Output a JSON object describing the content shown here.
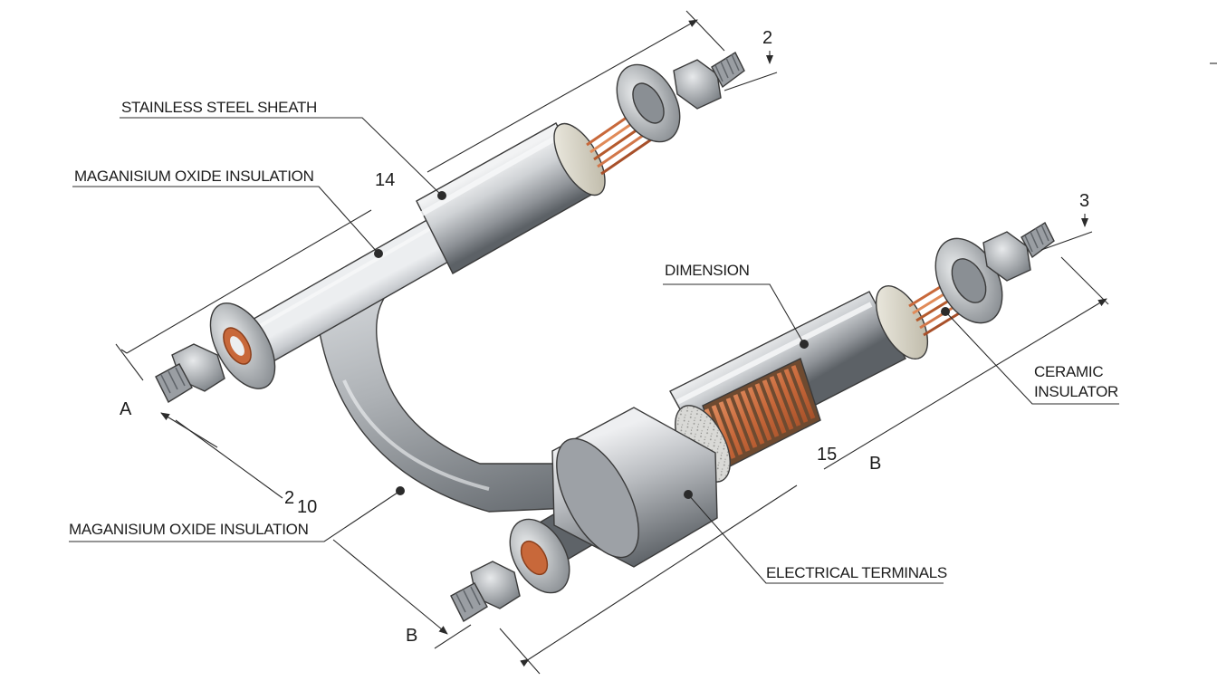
{
  "labels": {
    "stainless_sheath": "STAINLESS STEEL SHEATH",
    "mgo_insulation_top": "MAGANISIUM OXIDE INSULATION",
    "mgo_insulation_bottom": "MAGANISIUM OXIDE INSULATION",
    "dimension": "DIMENSION",
    "ceramic_insulator_line1": "CERAMIC",
    "ceramic_insulator_line2": "INSULATOR",
    "electrical_terminals": "ELECTRICAL TERMINALS"
  },
  "dimensions": {
    "d2_top": "2",
    "d14": "14",
    "d3": "3",
    "d15": "15",
    "d2_bottom": "2",
    "d10": "10",
    "mark_a": "A",
    "mark_b_right": "B",
    "mark_b_bottom": "B"
  },
  "colors": {
    "steel_light": "#f2f3f4",
    "steel_mid": "#a9adb2",
    "steel_dark": "#5f6469",
    "copper": "#c8683a",
    "ceramic": "#ddd9c9"
  }
}
